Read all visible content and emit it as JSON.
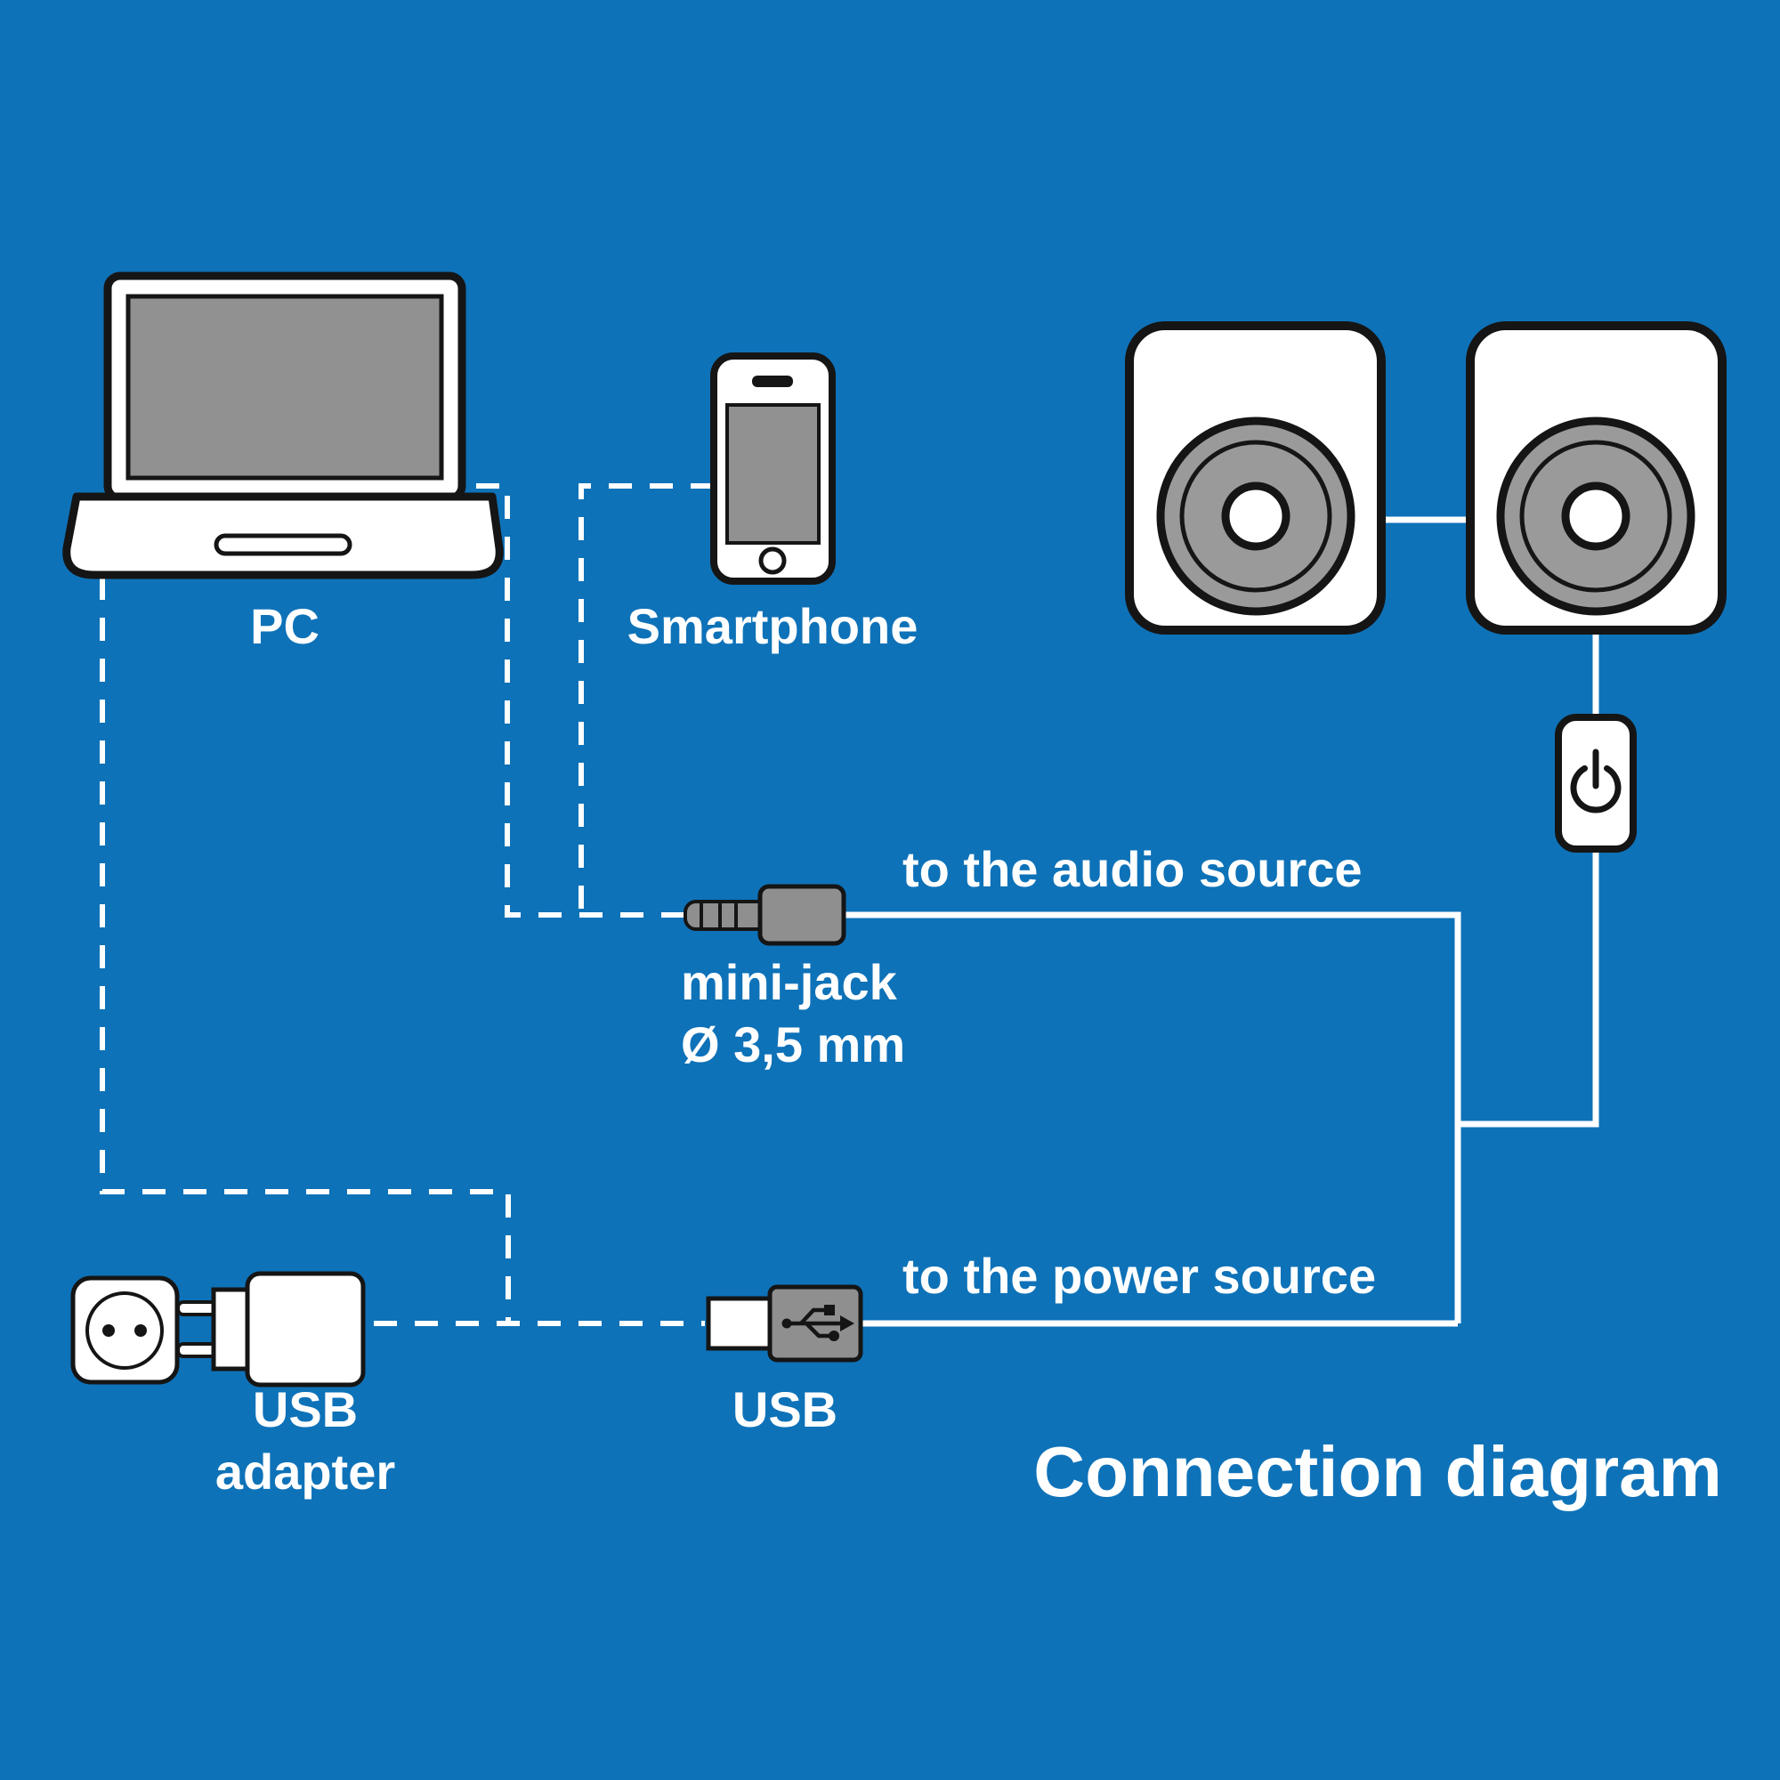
{
  "title": "Connection diagram",
  "labels": {
    "pc": "PC",
    "smartphone": "Smartphone",
    "audio": "to the audio source",
    "minijack_1": "mini-jack",
    "minijack_2": "Ø 3,5 mm",
    "power": "to the power source",
    "usb": "USB",
    "adapter_1": "USB",
    "adapter_2": "adapter"
  },
  "colors": {
    "background": "#0e72b8",
    "outline": "#151515",
    "device_fill": "#ffffff",
    "screen_gray": "#919191",
    "speaker_gray": "#9a9a9a",
    "cable_white": "#ffffff"
  },
  "connections": [
    {
      "from": "PC",
      "to": "mini-jack Ø 3,5 mm",
      "style": "dashed"
    },
    {
      "from": "Smartphone",
      "to": "mini-jack Ø 3,5 mm",
      "style": "dashed"
    },
    {
      "from": "mini-jack Ø 3,5 mm",
      "to": "speakers power button (to the audio source)",
      "style": "solid"
    },
    {
      "from": "PC",
      "to": "USB adapter line",
      "style": "dashed"
    },
    {
      "from": "USB adapter",
      "to": "USB plug",
      "style": "dashed"
    },
    {
      "from": "USB plug",
      "to": "speakers (to the power source)",
      "style": "solid"
    },
    {
      "from": "left speaker",
      "to": "right speaker",
      "style": "solid"
    }
  ]
}
